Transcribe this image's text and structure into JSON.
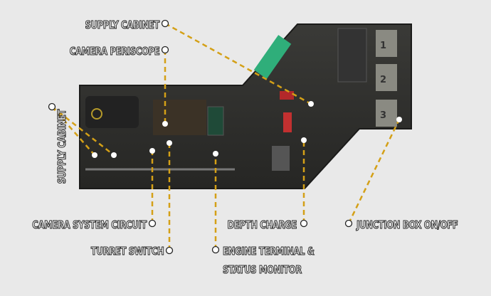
{
  "labels": {
    "supply_cabinet_top": "SUPPLY CABINET",
    "camera_periscope": "CAMERA PERISCOPE",
    "supply_cabinet_left": "SUPPLY CABINET",
    "camera_system_circuit": "CAMERA SYSTEM CIRCUIT",
    "turret_switch": "TURRET SWITCH",
    "engine_terminal_line1": "ENGINE TERMINAL &",
    "engine_terminal_line2": "STATUS MONITOR",
    "depth_charge": "DEPTH CHARGE",
    "junction_box": "JUNCTION BOX ON/OFF"
  },
  "map": {
    "panel_numbers": [
      "1",
      "2",
      "3"
    ]
  },
  "colors": {
    "background": "#e9e9e9",
    "leader": "#d4a017",
    "map": "#2b2b29"
  }
}
